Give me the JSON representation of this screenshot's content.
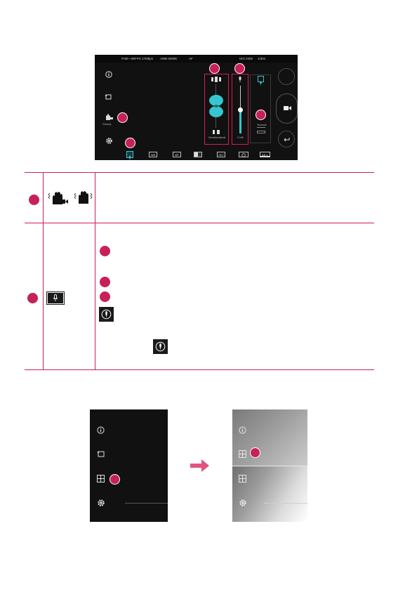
{
  "camera_ui": {
    "status": {
      "resolution": "FHD",
      "bitrate": "30FPS 17Mbps",
      "white_balance": "AWB 5000K",
      "focus": "AF",
      "iso": "ISO 2300",
      "shutter": "1/30s"
    },
    "left_sidebar": {
      "steady_label": "Steady"
    },
    "audio_panel": {
      "label": "Omnidirectional"
    },
    "gain_slider": {
      "label": "+0 dB"
    },
    "right_panel": {
      "label": "Normal"
    },
    "toolbar": {
      "wb": "WB",
      "mf": "MF",
      "iso": "ISO",
      "ael": "AE-L"
    }
  },
  "accent_color": "#c8205a"
}
